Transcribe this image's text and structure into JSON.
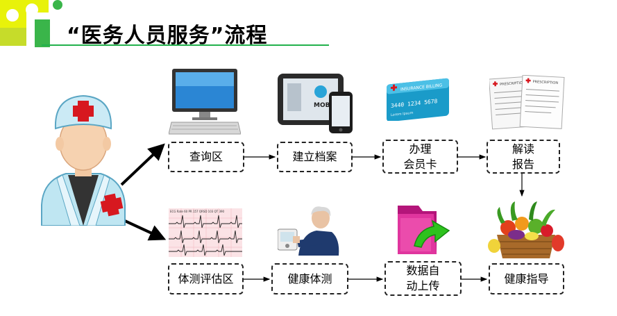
{
  "title": "“医务人员服务”流程",
  "colors": {
    "accent_green": "#22b14c",
    "corner_yellow": "#e8f20a",
    "arrow": "#000000"
  },
  "flow": {
    "top_row": [
      "查询区",
      "建立档案",
      "办理\n会员卡",
      "解读\n报告"
    ],
    "bottom_row": [
      "体测评估区",
      "健康体测",
      "数据自\n动上传",
      "健康指导"
    ]
  },
  "icons": {
    "doctor": "doctor-icon",
    "computer": "computer-icon",
    "tablet": "tablet-phone-icon",
    "card": "insurance-card-icon",
    "report": "prescription-icon",
    "ecg": "ecg-icon",
    "bp": "blood-pressure-icon",
    "upload": "folder-upload-icon",
    "food": "fruit-basket-icon"
  },
  "card": {
    "heading": "INSURANCE BILLING",
    "number": "3440 1234 5678",
    "name": "Lorem Ipsum"
  },
  "report": {
    "heading": "PRESCRIPTION"
  },
  "ecg": {
    "header": "ECG Rate 60 PR 157 QRSD 103 QT 390"
  },
  "tablet": {
    "brand": "MOB"
  }
}
